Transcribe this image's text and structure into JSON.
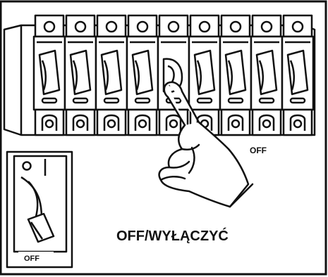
{
  "diagram": {
    "off_label_main": "OFF",
    "off_label_inset": "OFF",
    "caption": "OFF/WYŁĄCZYĆ"
  },
  "breakers": {
    "count": 9,
    "switched_off_index": 4
  },
  "colors": {
    "ink": "#111111",
    "paper": "#ffffff"
  }
}
